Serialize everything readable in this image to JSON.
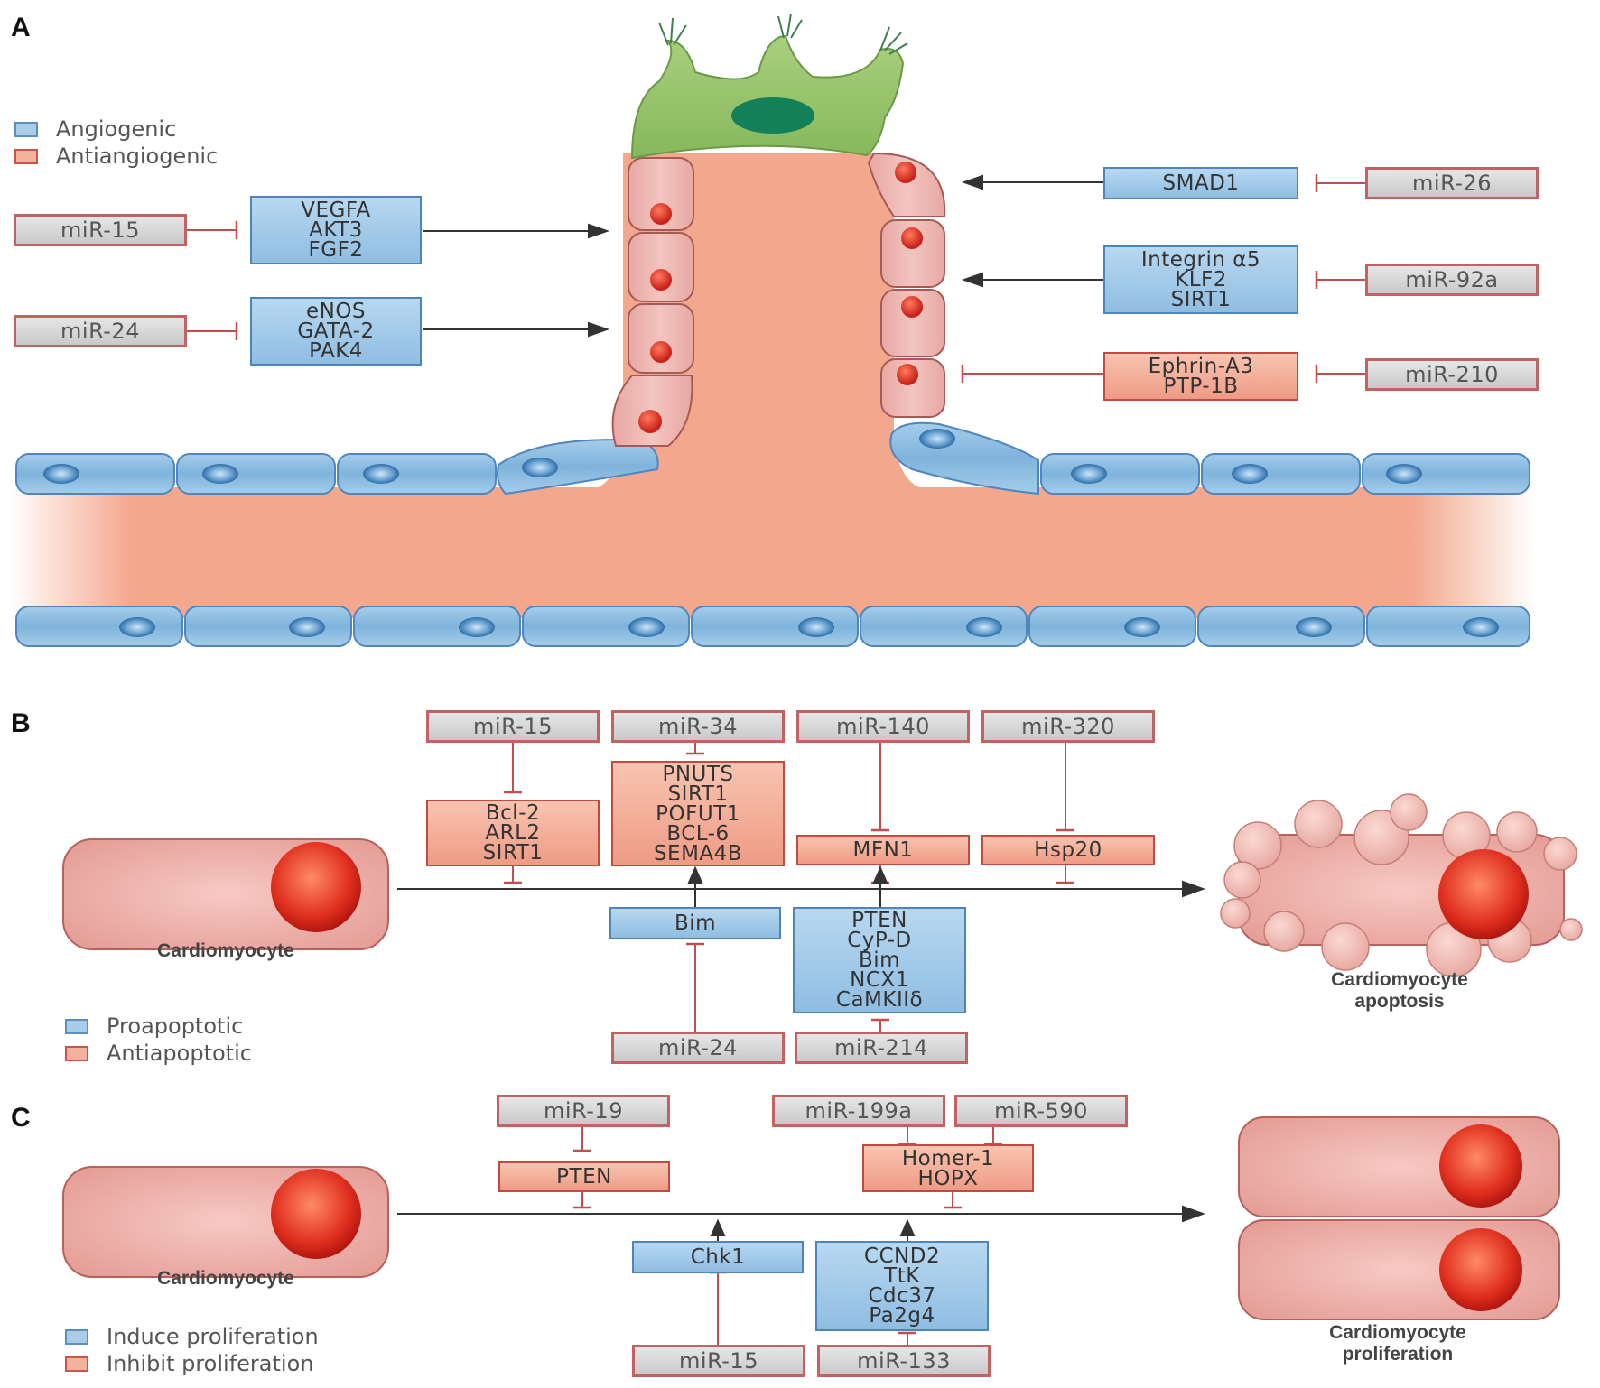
{
  "panels": {
    "a": "A",
    "b": "B",
    "c": "C"
  },
  "panel_a": {
    "legend": [
      "Angiogenic",
      "Antiangiogenic"
    ],
    "left": {
      "mir1": "miR-15",
      "targets1": [
        "VEGFA",
        "AKT3",
        "FGF2"
      ],
      "mir2": "miR-24",
      "targets2": [
        "eNOS",
        "GATA-2",
        "PAK4"
      ]
    },
    "right": {
      "target1": [
        "SMAD1"
      ],
      "mir1": "miR-26",
      "target2": [
        "Integrin α5",
        "KLF2",
        "SIRT1"
      ],
      "mir2": "miR-92a",
      "target3": [
        "Ephrin-A3",
        "PTP-1B"
      ],
      "mir3": "miR-210"
    }
  },
  "panel_b": {
    "legend": [
      "Proapoptotic",
      "Antiapoptotic"
    ],
    "top_mirs": [
      "miR-15",
      "miR-34",
      "miR-140",
      "miR-320"
    ],
    "top_targets": {
      "t1": [
        "Bcl-2",
        "ARL2",
        "SIRT1"
      ],
      "t2": [
        "PNUTS",
        "SIRT1",
        "POFUT1",
        "BCL-6",
        "SEMA4B"
      ],
      "t3": [
        "MFN1"
      ],
      "t4": [
        "Hsp20"
      ]
    },
    "bottom_targets": {
      "t1": [
        "Bim"
      ],
      "t2": [
        "PTEN",
        "CyP-D",
        "Bim",
        "NCX1",
        "CaMKIIδ"
      ]
    },
    "bottom_mirs": [
      "miR-24",
      "miR-214"
    ],
    "cell_label": "Cardiomyocyte",
    "result_label": [
      "Cardiomyocyte",
      "apoptosis"
    ]
  },
  "panel_c": {
    "legend": [
      "Induce proliferation",
      "Inhibit proliferation"
    ],
    "top_mirs": [
      "miR-19",
      "miR-199a",
      "miR-590"
    ],
    "top_targets": {
      "t1": [
        "PTEN"
      ],
      "t2": [
        "Homer-1",
        "HOPX"
      ]
    },
    "bottom_targets": {
      "t1": [
        "Chk1"
      ],
      "t2": [
        "CCND2",
        "TtK",
        "Cdc37",
        "Pa2g4"
      ]
    },
    "bottom_mirs": [
      "miR-15",
      "miR-133"
    ],
    "cell_label": "Cardiomyocyte",
    "result_label": [
      "Cardiomyocyte",
      "proliferation"
    ]
  }
}
